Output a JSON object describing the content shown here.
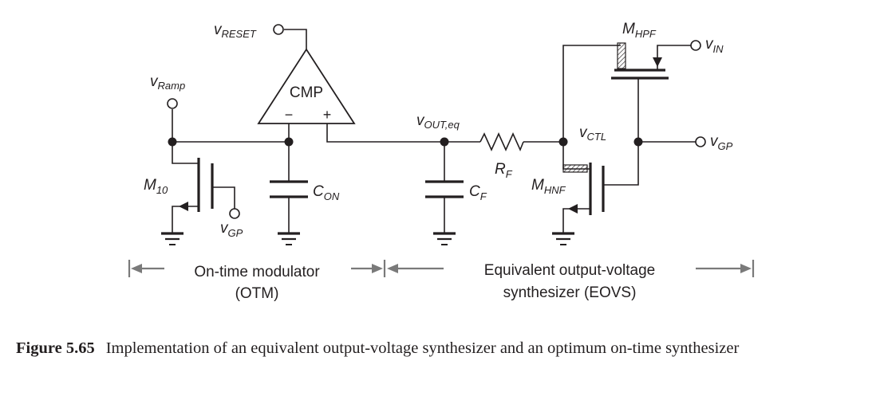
{
  "labels": {
    "v_reset": {
      "base": "v",
      "sub": "RESET"
    },
    "v_ramp": {
      "base": "v",
      "sub": "Ramp"
    },
    "cmp": "CMP",
    "minus": "−",
    "plus": "+",
    "m10": {
      "base": "M",
      "sub": "10"
    },
    "v_gp_left": {
      "base": "v",
      "sub": "GP"
    },
    "c_on": {
      "base": "C",
      "sub": "ON"
    },
    "v_out_eq": {
      "base": "v",
      "sub": "OUT,eq"
    },
    "r_f": {
      "base": "R",
      "sub": "F"
    },
    "c_f": {
      "base": "C",
      "sub": "F"
    },
    "v_ctl": {
      "base": "v",
      "sub": "CTL"
    },
    "m_hpf": {
      "base": "M",
      "sub": "HPF"
    },
    "v_in": {
      "base": "v",
      "sub": "IN"
    },
    "v_gp_right": {
      "base": "v",
      "sub": "GP"
    },
    "m_hnf": {
      "base": "M",
      "sub": "HNF"
    }
  },
  "sections": {
    "otm_line1": "On-time modulator",
    "otm_line2": "(OTM)",
    "eovs_line1": "Equivalent output-voltage",
    "eovs_line2": "synthesizer (EOVS)"
  },
  "caption": {
    "number": "Figure 5.65",
    "text": "Implementation of an equivalent output-voltage synthesizer and an optimum on-time synthesizer"
  }
}
